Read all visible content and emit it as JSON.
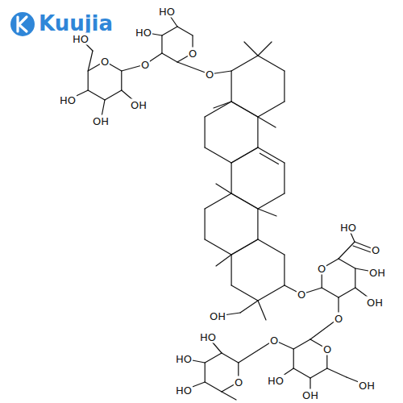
{
  "diagram": {
    "labels": [
      "Kuujia",
      "HO",
      "HO",
      "O",
      "HO",
      "O",
      "O",
      "O",
      "HO",
      "OH",
      "OH",
      "HO",
      "O",
      "O",
      "OH",
      "O",
      "OH",
      "OH",
      "O",
      "HO",
      "O",
      "O",
      "HO",
      "HO",
      "OH",
      "O",
      "HO",
      "OH"
    ]
  }
}
